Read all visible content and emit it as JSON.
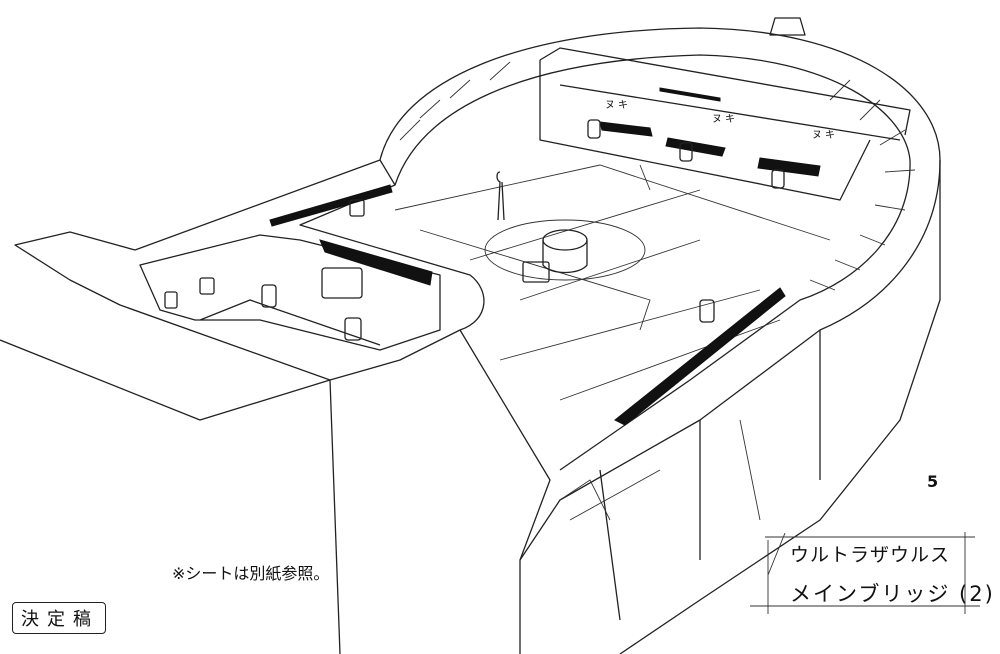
{
  "sheet": {
    "title_line1": "ウルトラザウルス",
    "title_line2": "メインブリッジ (2)",
    "note": "※シートは別紙参照。",
    "stamp": "決定稿",
    "page_number": "5"
  },
  "panel_labels": [
    "ヌキ",
    "ヌキ",
    "ヌキ"
  ]
}
